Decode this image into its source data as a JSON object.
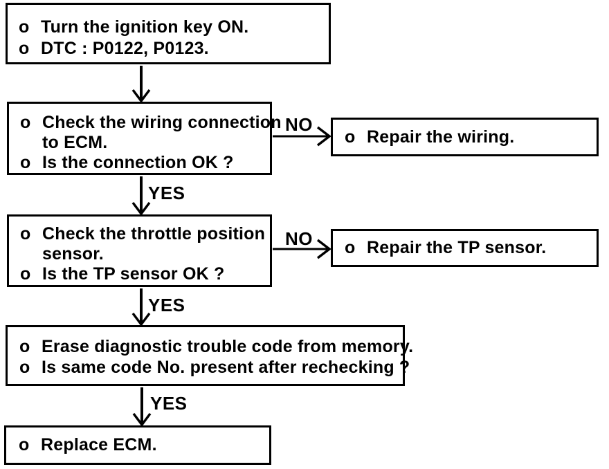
{
  "page": {
    "background": "#ffffff",
    "ink": "#000000"
  },
  "flow": {
    "bullet": "o",
    "labels": {
      "yes": "YES",
      "no": "NO"
    },
    "nodes": {
      "start": {
        "b1": "Turn the ignition key ON.",
        "b2": "DTC : P0122, P0123."
      },
      "check_wiring": {
        "b1l1": "Check the wiring connection",
        "b1l2": "to ECM.",
        "b2": "Is the connection OK ?"
      },
      "repair_wiring": {
        "b1": "Repair the wiring."
      },
      "check_tp": {
        "b1l1": "Check the throttle position",
        "b1l2": "sensor.",
        "b2": "Is the TP sensor OK ?"
      },
      "repair_tp": {
        "b1": "Repair the TP sensor."
      },
      "erase_dtc": {
        "b1": "Erase diagnostic trouble code from memory.",
        "b2": "Is same code No. present after rechecking ?"
      },
      "replace_ecm": {
        "b1": "Replace ECM."
      }
    }
  }
}
